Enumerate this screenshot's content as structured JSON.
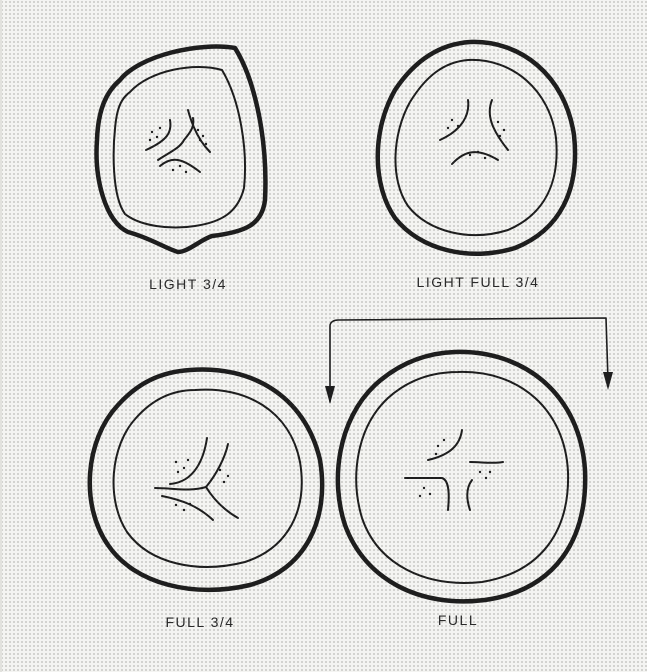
{
  "labels": {
    "light_3_4": "LIGHT 3/4",
    "light_full_3_4": "LIGHT FULL 3/4",
    "full_3_4": "FULL 3/4",
    "full": "FULL"
  },
  "colors": {
    "ink": "#1e1e1e",
    "paper": "#f4f4f2"
  }
}
